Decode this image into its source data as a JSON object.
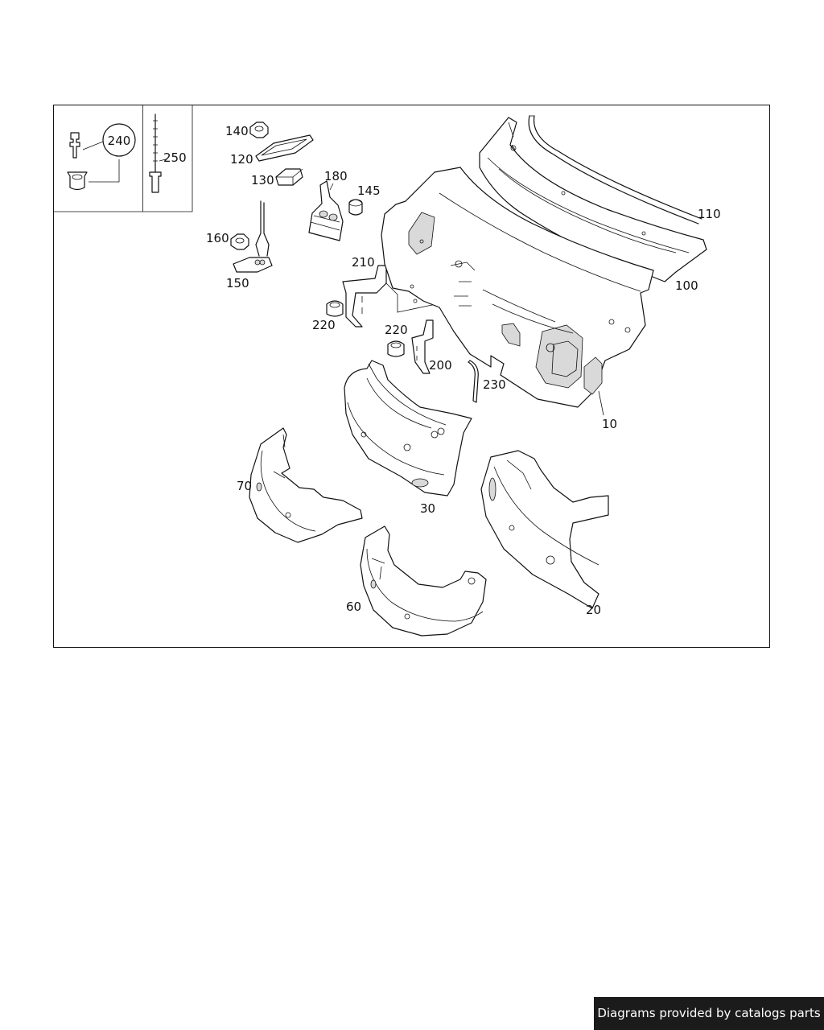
{
  "diagram": {
    "part_numbers": {
      "p240": "240",
      "p250": "250",
      "p140": "140",
      "p120": "120",
      "p130": "130",
      "p180": "180",
      "p145": "145",
      "p160": "160",
      "p150": "150",
      "p210": "210",
      "p220a": "220",
      "p220b": "220",
      "p200": "200",
      "p230": "230",
      "p110": "110",
      "p100": "100",
      "p10": "10",
      "p70": "70",
      "p30": "30",
      "p60": "60",
      "p20": "20"
    }
  },
  "footer": {
    "credit": "Diagrams provided by catalogs parts"
  },
  "colors": {
    "line": "#111111",
    "badge_bg": "#1b1b1b",
    "badge_text": "#ffffff"
  }
}
